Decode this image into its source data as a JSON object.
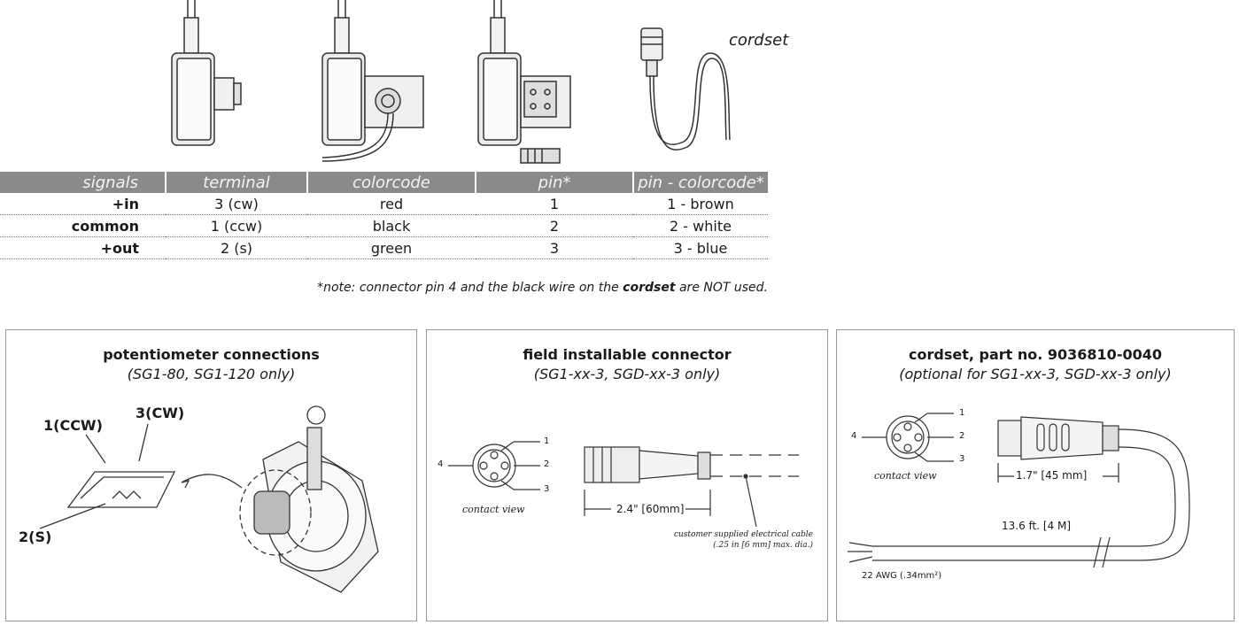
{
  "top": {
    "cordset_label": "cordset"
  },
  "table": {
    "headers": [
      "signals",
      "terminal",
      "colorcode",
      "pin*",
      "pin - colorcode*"
    ],
    "rows": [
      [
        "+in",
        "3 (cw)",
        "red",
        "1",
        "1 - brown"
      ],
      [
        "common",
        "1 (ccw)",
        "black",
        "2",
        "2 - white"
      ],
      [
        "+out",
        "2 (s)",
        "green",
        "3",
        "3 - blue"
      ]
    ],
    "note_prefix": "*note: connector pin 4 and the black wire on the ",
    "note_bold": "cordset",
    "note_suffix": " are NOT used."
  },
  "panel1": {
    "title": "potentiometer connections",
    "subtitle": "(SG1-80, SG1-120 only)",
    "label_ccw": "1(CCW)",
    "label_cw": "3(CW)",
    "label_s": "2(S)"
  },
  "panel2": {
    "title": "field installable connector",
    "subtitle": "(SG1-xx-3, SGD-xx-3 only)",
    "pin1": "1",
    "pin2": "2",
    "pin3": "3",
    "pin4": "4",
    "contact_view": "contact view",
    "dimension": "2.4\" [60mm]",
    "cable_note_1": "customer supplied electrical cable",
    "cable_note_2": "(.25 in [6 mm] max. dia.)"
  },
  "panel3": {
    "title": "cordset, part no. 9036810-0040",
    "subtitle": "(optional for SG1-xx-3, SGD-xx-3 only)",
    "pin1": "1",
    "pin2": "2",
    "pin3": "3",
    "pin4": "4",
    "contact_view": "contact view",
    "dimension": "1.7\" [45 mm]",
    "length": "13.6 ft. [4 M]",
    "awg": "22 AWG (.34mm²)"
  }
}
